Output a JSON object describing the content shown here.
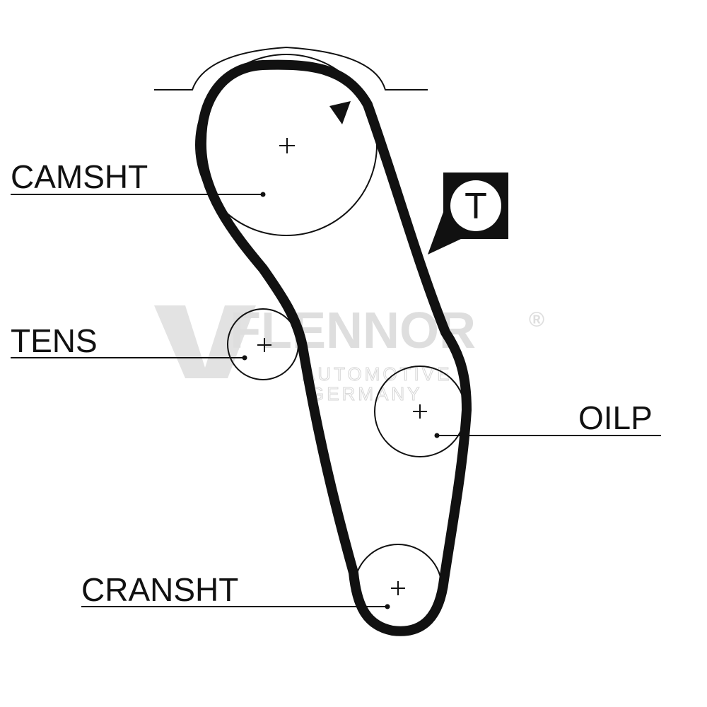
{
  "labels": {
    "camshaft": "CAMSHT",
    "tensioner": "TENS",
    "oil_pump": "OILP",
    "crankshaft": "CRANSHT",
    "tension_marker": "T"
  },
  "watermark": {
    "brand": "FLENNOR",
    "registered": "®",
    "line1": "AUTOMOTIVE",
    "line2": "GERMANY"
  },
  "colors": {
    "ink": "#111111",
    "watermark": "#d9d9d9"
  }
}
